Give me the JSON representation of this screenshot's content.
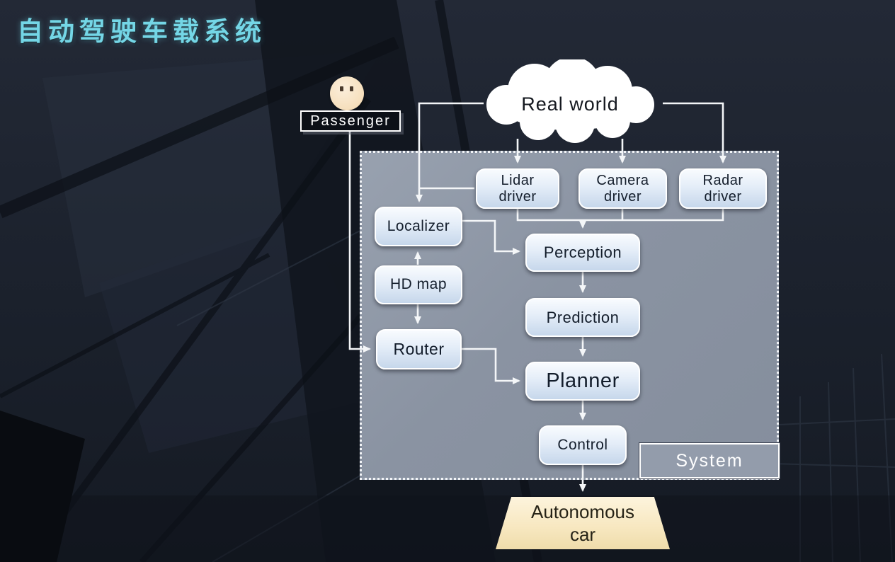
{
  "title": "自动驾驶车载系统",
  "colors": {
    "title_accent": "#74d6e6",
    "background": "#1a202b",
    "system_fill": "#8a93a2",
    "node_fill": "#d9e5f3",
    "node_border": "#ffffff",
    "node_text": "#131d2b",
    "connector": "#f4f6f8",
    "car_fill": "#f7e7bf",
    "passenger_fill": "#0c1017"
  },
  "cloud": {
    "label": "Real world"
  },
  "passenger": {
    "label": "Passenger"
  },
  "system": {
    "label": "System"
  },
  "nodes": {
    "lidar_driver": "Lidar driver",
    "camera_driver": "Camera driver",
    "radar_driver": "Radar driver",
    "localizer": "Localizer",
    "hd_map": "HD map",
    "router": "Router",
    "perception": "Perception",
    "prediction": "Prediction",
    "planner": "Planner",
    "control": "Control"
  },
  "car": {
    "label": "Autonomous car"
  }
}
